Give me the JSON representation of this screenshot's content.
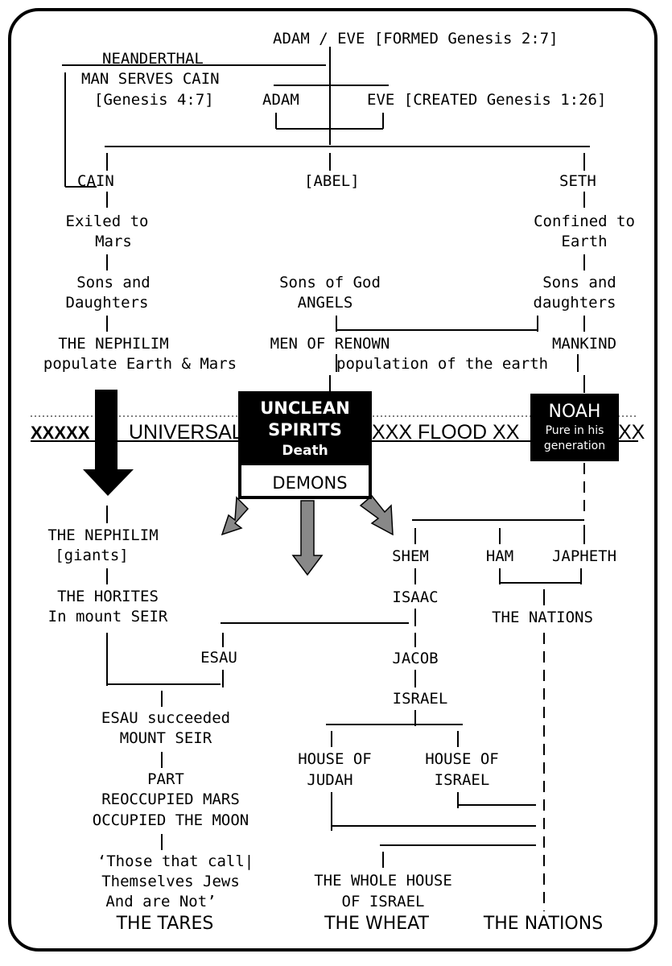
{
  "top": {
    "adam_eve_formed": "ADAM / EVE [FORMED Genesis 2:7]",
    "neanderthal": "NEANDERTHAL",
    "man_serves_cain": "MAN SERVES CAIN",
    "genesis_4_7": "[Genesis 4:7]",
    "adam": "ADAM",
    "eve_created": "EVE [CREATED Genesis 1:26]"
  },
  "children": {
    "cain": "CAIN",
    "abel": "[ABEL]",
    "seth": "SETH"
  },
  "left": {
    "exiled_1": "Exiled to",
    "exiled_2": "Mars",
    "sons_1": "Sons and",
    "sons_2": "Daughters",
    "nephilim": "THE NEPHILIM",
    "populate": "populate Earth & Mars"
  },
  "center": {
    "sons_of_god": "Sons of God",
    "angels": "ANGELS",
    "renown": "MEN OF RENOWN",
    "population": "population of the earth"
  },
  "right": {
    "confined_1": "Confined to",
    "confined_2": "Earth",
    "sons_1": "Sons and",
    "sons_2": "daughters",
    "mankind": "MANKIND"
  },
  "flood": {
    "left": "XXXXX",
    "universal": "UNIVERSAL",
    "mid": "XXX FLOOD XX",
    "right": "XX"
  },
  "spirits_box": {
    "line1": "UNCLEAN",
    "line2": "SPIRITS",
    "line3": "Death",
    "demons": "DEMONS"
  },
  "noah_box": {
    "title": "NOAH",
    "sub1": "Pure in his",
    "sub2": "generation"
  },
  "after_flood": {
    "nephilim": "THE NEPHILIM",
    "giants": "[giants]",
    "horites": "THE HORITES",
    "seir": "In mount SEIR",
    "esau": "ESAU",
    "esau_succeeded": "ESAU succeeded",
    "mount_seir": "MOUNT SEIR",
    "part": "PART",
    "reoccupied": "REOCCUPIED MARS",
    "moon": "OCCUPIED THE MOON",
    "quote_1": "‘Those that call|",
    "quote_2": "Themselves Jews",
    "quote_3": "And are Not’",
    "shem": "SHEM",
    "ham": "HAM",
    "japheth": "JAPHETH",
    "isaac": "ISAAC",
    "the_nations": "THE NATIONS",
    "jacob": "JACOB",
    "israel": "ISRAEL",
    "house_of_1": "HOUSE OF",
    "judah": "JUDAH",
    "house_of_2": "HOUSE OF",
    "israel_house": "ISRAEL",
    "whole_1": "THE WHOLE HOUSE",
    "whole_2": "OF ISRAEL"
  },
  "footer": {
    "tares": "THE TARES",
    "wheat": "THE WHEAT",
    "nations": "THE NATIONS"
  }
}
